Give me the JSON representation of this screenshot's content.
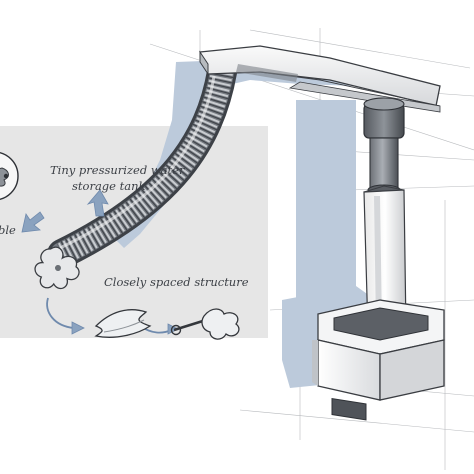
{
  "annotations": {
    "tank_line1": "Tiny pressurized water",
    "tank_line2": "storage tank",
    "structure": "Closely spaced structure",
    "cut_left": "ble"
  },
  "colors": {
    "panel": "#e6e6e6",
    "shadow": "#bccadb",
    "metal_dark": "#5f6368",
    "metal_mid": "#9aa0a6",
    "metal_light": "#eeeeee",
    "arrow": "#8aa2bf",
    "line": "#3a3d42"
  }
}
